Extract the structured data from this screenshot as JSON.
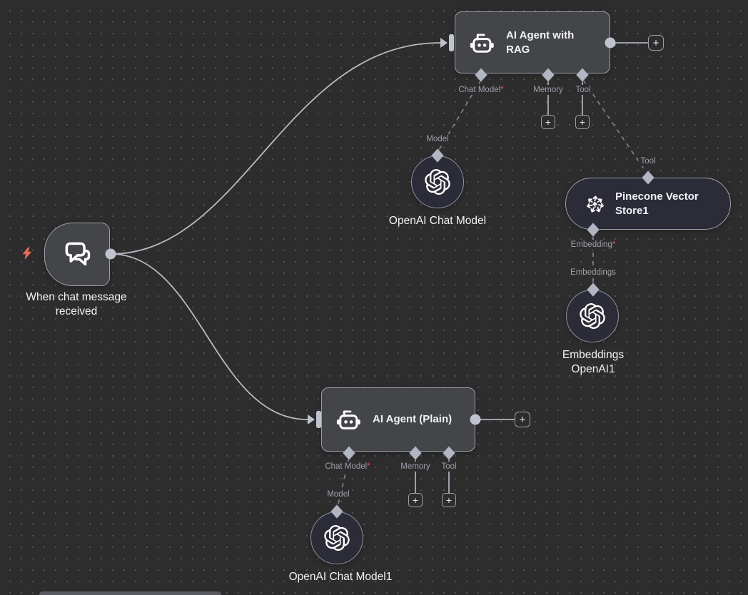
{
  "ui": {
    "plus": "+",
    "required_mark": "*"
  },
  "colors": {
    "canvas_bg": "#2d2d2d",
    "dot": "#555555",
    "agent_fill": "#434549",
    "subnode_fill": "#2b2c37",
    "node_border": "#9da0ab",
    "subnode_border": "#8f92a0",
    "line": "#9da0ab",
    "curve": "#b7bac4",
    "endpoint": "#c0c3cf",
    "dash": "#7d8192",
    "text_primary": "#f2f3f5",
    "text_label": "#9da0ac",
    "required": "#e0566c",
    "bolt": "#e56a57",
    "plus_text": "#e9eaee",
    "scrollbar": "#5a5b60"
  },
  "nodes": {
    "trigger": {
      "name": "When chat message received"
    },
    "agent_rag": {
      "title": "AI Agent with RAG",
      "ports": {
        "chat_model": "Chat Model",
        "memory": "Memory",
        "tool": "Tool"
      }
    },
    "agent_plain": {
      "title": "AI Agent (Plain)",
      "ports": {
        "chat_model": "Chat Model",
        "memory": "Memory",
        "tool": "Tool"
      }
    },
    "openai_chat_model": {
      "name": "OpenAI Chat Model",
      "input_label": "Model"
    },
    "openai_chat_model1": {
      "name": "OpenAI Chat Model1",
      "input_label": "Model"
    },
    "pinecone_vector_store1": {
      "title": "Pinecone Vector Store1",
      "input_label": "Tool",
      "output_label": "Embedding"
    },
    "embeddings_openai1": {
      "name": "Embeddings OpenAI1",
      "input_label": "Embeddings"
    }
  }
}
